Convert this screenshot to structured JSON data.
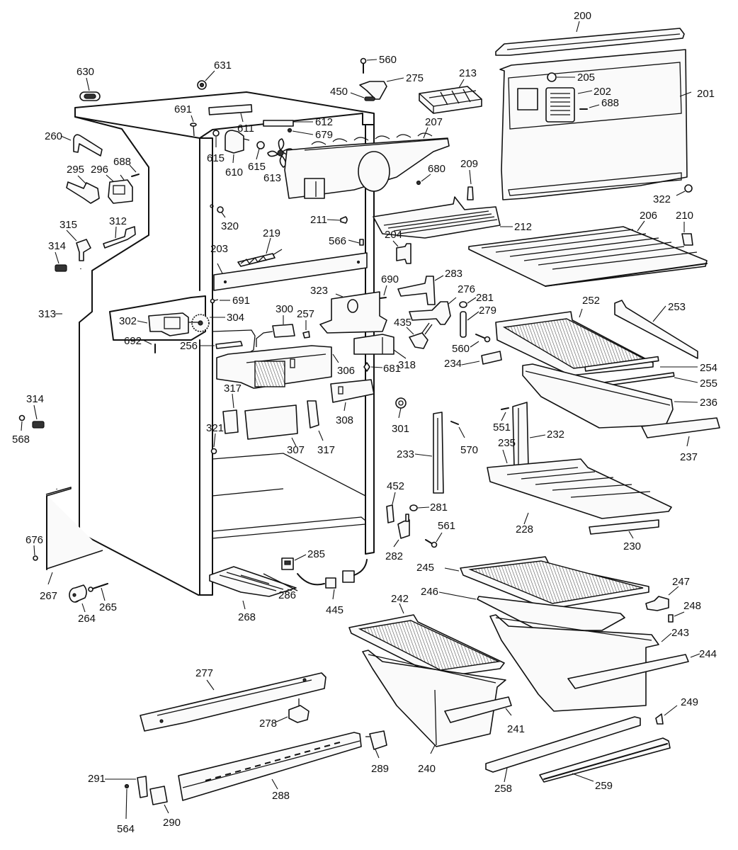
{
  "diagram": {
    "title": "Refrigerator cabinet exploded parts diagram",
    "background": "#ffffff",
    "ink": "#111111",
    "labels": {
      "p200": "200",
      "p201": "201",
      "p202": "202",
      "p203": "203",
      "p204": "204",
      "p205": "205",
      "p206": "206",
      "p207": "207",
      "p209": "209",
      "p210": "210",
      "p211": "211",
      "p212": "212",
      "p213": "213",
      "p219": "219",
      "p228": "228",
      "p230": "230",
      "p232": "232",
      "p233": "233",
      "p234": "234",
      "p235": "235",
      "p236": "236",
      "p237": "237",
      "p240": "240",
      "p241": "241",
      "p242": "242",
      "p243": "243",
      "p244": "244",
      "p245": "245",
      "p246": "246",
      "p247": "247",
      "p248": "248",
      "p249": "249",
      "p252": "252",
      "p253": "253",
      "p254": "254",
      "p255": "255",
      "p256": "256",
      "p257": "257",
      "p258": "258",
      "p259": "259",
      "p260": "260",
      "p264": "264",
      "p265": "265",
      "p267": "267",
      "p268": "268",
      "p275": "275",
      "p276": "276",
      "p277": "277",
      "p278": "278",
      "p279": "279",
      "p281a": "281",
      "p281b": "281",
      "p282": "282",
      "p283": "283",
      "p285": "285",
      "p286": "286",
      "p288": "288",
      "p289": "289",
      "p290": "290",
      "p291": "291",
      "p295": "295",
      "p296": "296",
      "p300": "300",
      "p301": "301",
      "p302": "302",
      "p304": "304",
      "p306": "306",
      "p307": "307",
      "p308": "308",
      "p312": "312",
      "p313": "313",
      "p314a": "314",
      "p314b": "314",
      "p315": "315",
      "p317a": "317",
      "p317b": "317",
      "p318": "318",
      "p320": "320",
      "p321": "321",
      "p322": "322",
      "p323": "323",
      "p435": "435",
      "p445": "445",
      "p450": "450",
      "p452": "452",
      "p551": "551",
      "p560a": "560",
      "p560b": "560",
      "p561": "561",
      "p564": "564",
      "p566": "566",
      "p568": "568",
      "p570": "570",
      "p610": "610",
      "p611": "611",
      "p612": "612",
      "p613": "613",
      "p615a": "615",
      "p615b": "615",
      "p630": "630",
      "p631": "631",
      "p676": "676",
      "p679": "679",
      "p680": "680",
      "p681": "681",
      "p688a": "688",
      "p688b": "688",
      "p690": "690",
      "p691a": "691",
      "p691b": "691",
      "p692": "692"
    }
  }
}
